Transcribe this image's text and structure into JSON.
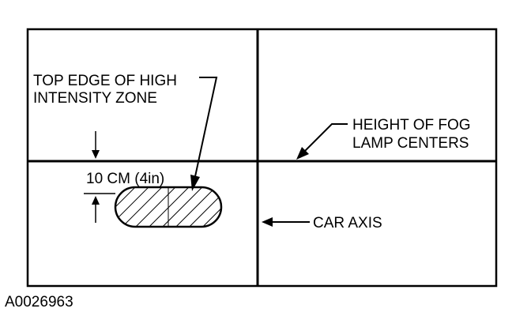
{
  "labels": {
    "top_edge_line1": "TOP EDGE OF HIGH",
    "top_edge_line2": "INTENSITY ZONE",
    "fog_line1": "HEIGHT OF FOG",
    "fog_line2": "LAMP CENTERS",
    "distance": "10 CM (4in)",
    "car_axis": "CAR AXIS",
    "figure_id": "A0026963"
  },
  "colors": {
    "ink": "#000000",
    "background": "#ffffff"
  }
}
